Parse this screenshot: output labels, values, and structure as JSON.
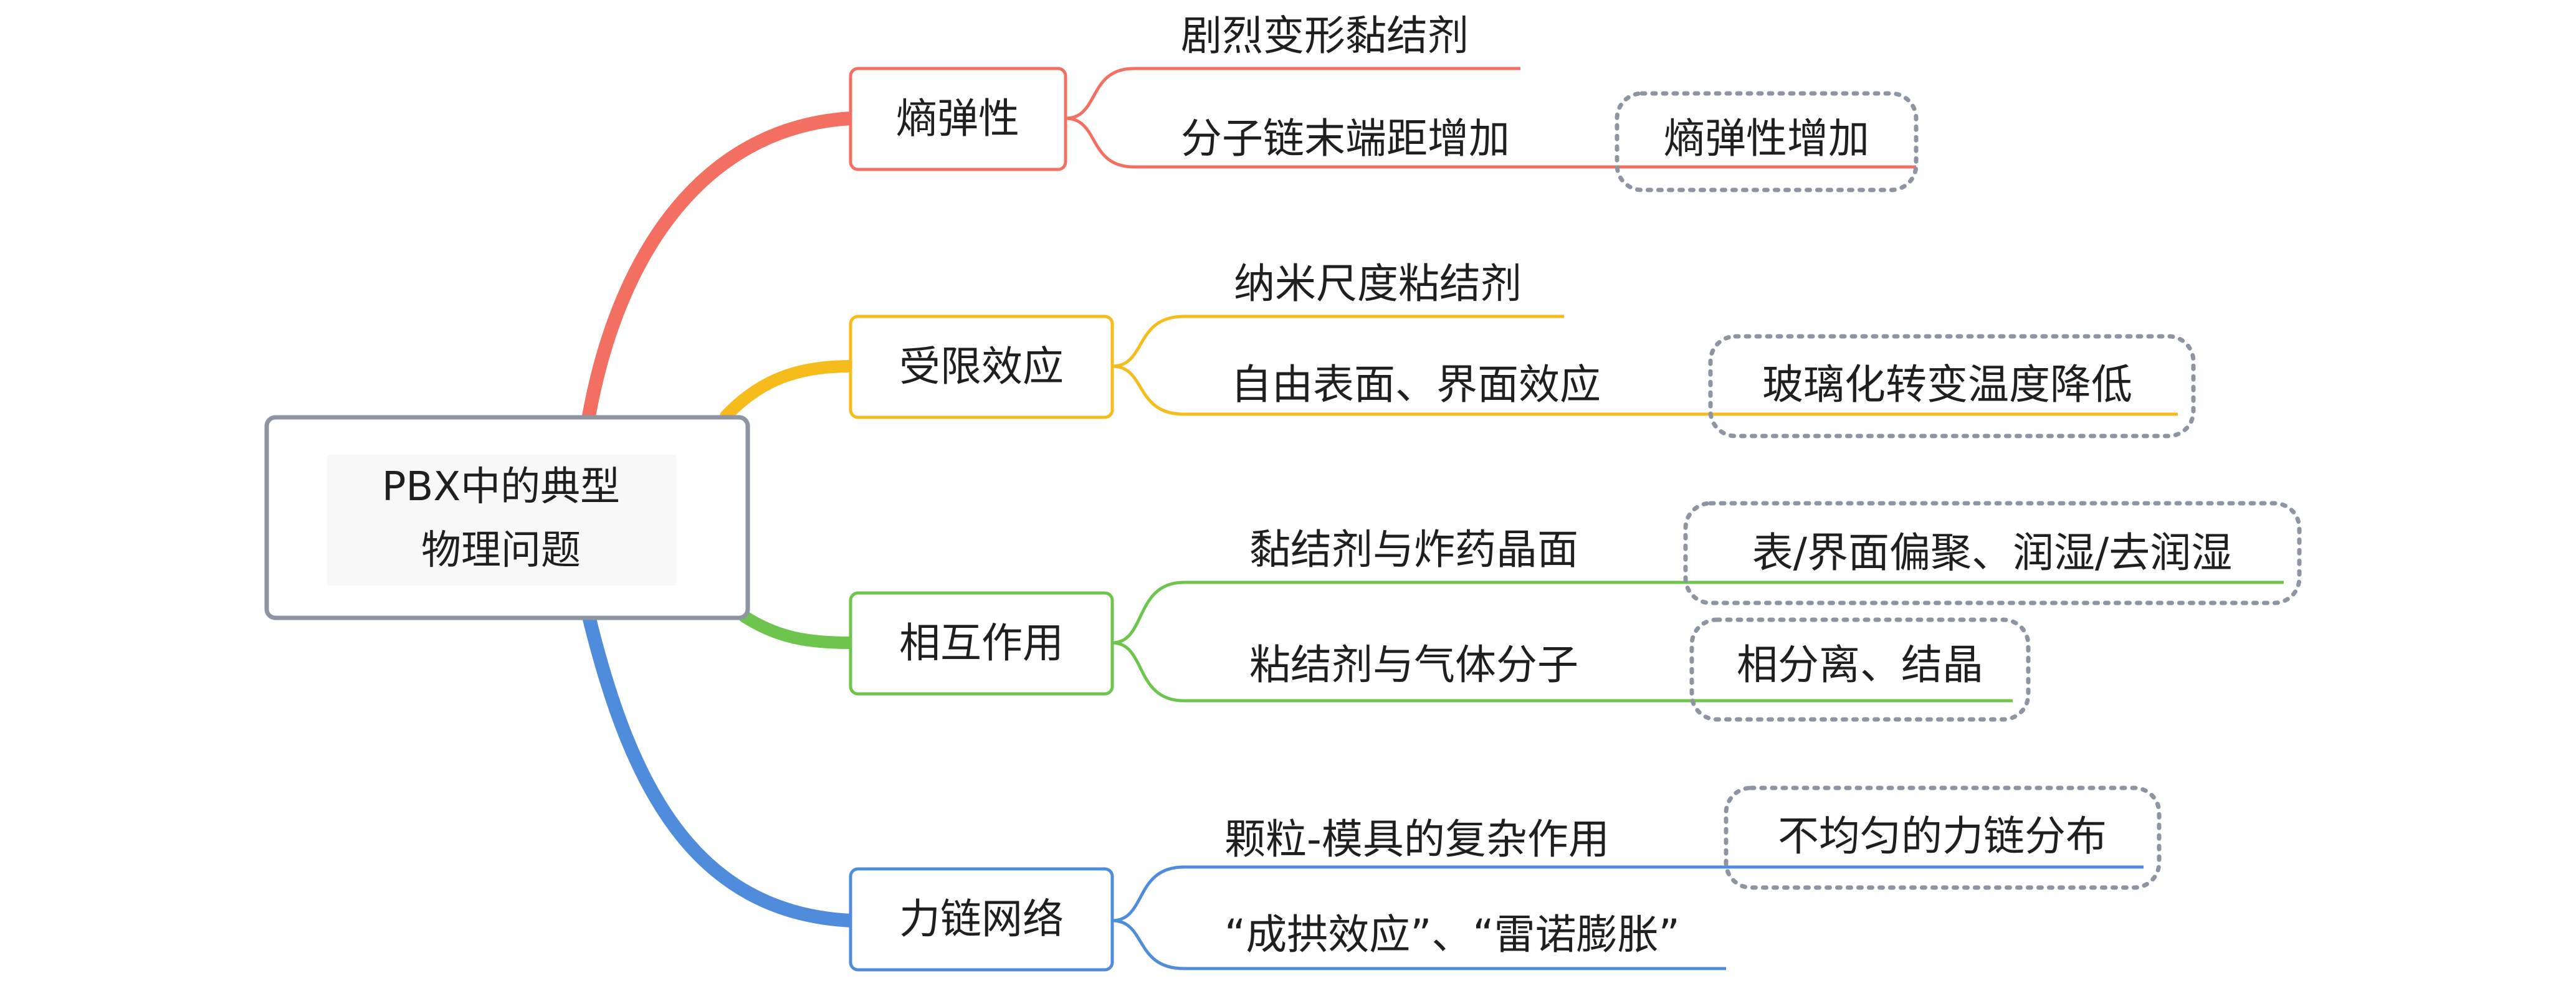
{
  "root": {
    "line1": "PBX中的典型",
    "line2": "物理问题"
  },
  "branches": [
    {
      "label": "熵弹性",
      "color": "#f36f61",
      "items": [
        {
          "text": "剧烈变形黏结剂"
        },
        {
          "text": "分子链末端距增加",
          "result": "熵弹性增加"
        }
      ]
    },
    {
      "label": "受限效应",
      "color": "#f6bc1c",
      "items": [
        {
          "text": "纳米尺度粘结剂"
        },
        {
          "text": "自由表面、界面效应",
          "result": "玻璃化转变温度降低"
        }
      ]
    },
    {
      "label": "相互作用",
      "color": "#6dc54d",
      "items": [
        {
          "text": "黏结剂与炸药晶面",
          "result": "表/界面偏聚、润湿/去润湿"
        },
        {
          "text": "粘结剂与气体分子",
          "result": "相分离、结晶"
        }
      ]
    },
    {
      "label": "力链网络",
      "color": "#4f8ddc",
      "items": [
        {
          "text": "颗粒-模具的复杂作用",
          "result": "不均匀的力链分布"
        },
        {
          "text": "“成拱效应”、“雷诺膨胀”"
        }
      ]
    }
  ]
}
